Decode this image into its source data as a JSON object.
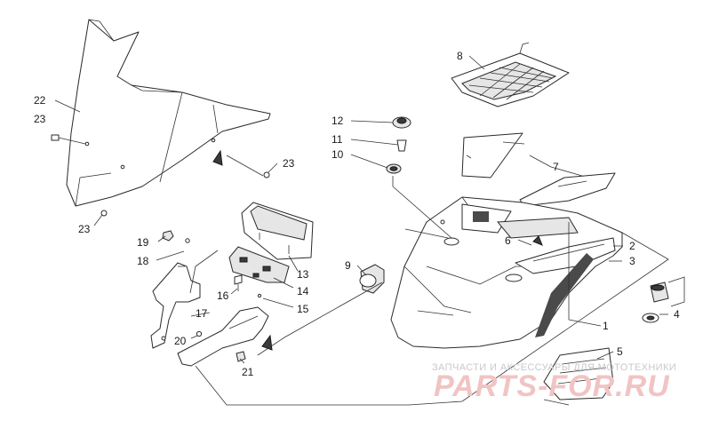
{
  "callouts": [
    {
      "id": "c1",
      "label": "1"
    },
    {
      "id": "c2",
      "label": "2"
    },
    {
      "id": "c3",
      "label": "3"
    },
    {
      "id": "c4",
      "label": "4"
    },
    {
      "id": "c5",
      "label": "5"
    },
    {
      "id": "c6",
      "label": "6"
    },
    {
      "id": "c7",
      "label": "7"
    },
    {
      "id": "c8",
      "label": "8"
    },
    {
      "id": "c9",
      "label": "9"
    },
    {
      "id": "c10",
      "label": "10"
    },
    {
      "id": "c11",
      "label": "11"
    },
    {
      "id": "c12",
      "label": "12"
    },
    {
      "id": "c13",
      "label": "13"
    },
    {
      "id": "c14",
      "label": "14"
    },
    {
      "id": "c15",
      "label": "15"
    },
    {
      "id": "c16",
      "label": "16"
    },
    {
      "id": "c17",
      "label": "17"
    },
    {
      "id": "c18",
      "label": "18"
    },
    {
      "id": "c19",
      "label": "19"
    },
    {
      "id": "c20",
      "label": "20"
    },
    {
      "id": "c21",
      "label": "21"
    },
    {
      "id": "c22",
      "label": "22"
    },
    {
      "id": "c23a",
      "label": "23"
    },
    {
      "id": "c23b",
      "label": "23"
    },
    {
      "id": "c23c",
      "label": "23"
    }
  ],
  "watermark": {
    "tagline": "ЗАПЧАСТИ И АКСЕССУАРЫ ДЛЯ МОТОТЕХНИКИ",
    "logo": "PARTS-FOR.RU"
  },
  "colors": {
    "line": "#2a2a2a",
    "watermark_logo": "#f1c4c4",
    "watermark_text": "#c9c9c9"
  }
}
